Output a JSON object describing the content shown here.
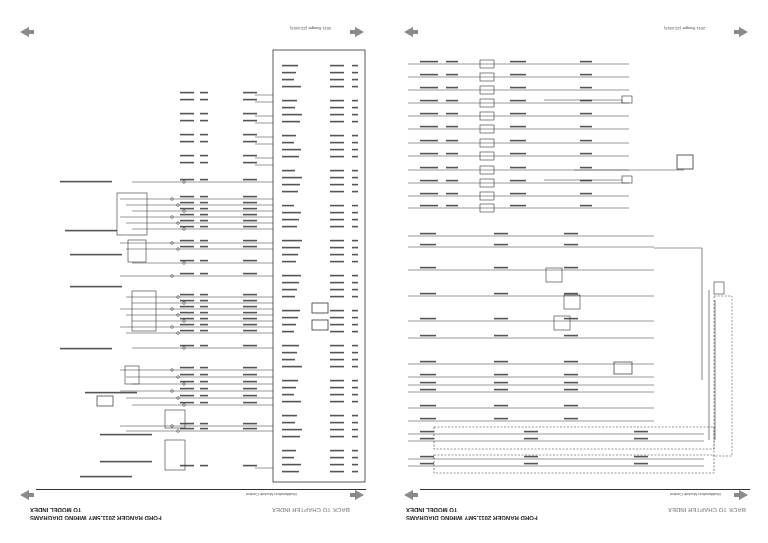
{
  "document": {
    "left_page": {
      "header": "2011 Ranger (ZZ-MX3)",
      "section": "Multifunction Module Control",
      "footer_title": "FORD RANGER 2011.5MY WIRING DIAGRAMS",
      "footer_subtitle": "TO MODEL INDEX",
      "footer_link": "BACK TO CHAPTER INDEX"
    },
    "right_page": {
      "header": "2011 Ranger (ZZ-MX3)",
      "section": "Multifunction Module Control",
      "footer_title": "FORD RANGER 2011.5MY WIRING DIAGRAMS",
      "footer_subtitle": "TO MODEL INDEX",
      "footer_link": "BACK TO CHAPTER INDEX"
    },
    "nav_icons": [
      "prev-page-arrow",
      "next-page-arrow"
    ],
    "colors": {
      "wire": "#333333",
      "arrow": "#8a8a8a",
      "link": "#9a9a9a"
    }
  }
}
